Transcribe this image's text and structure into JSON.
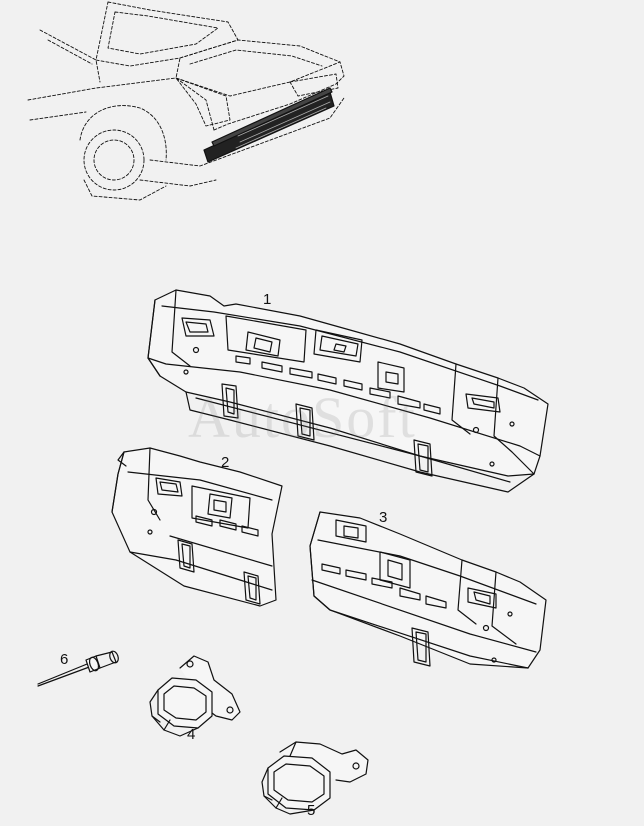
{
  "callouts": {
    "p1": "1",
    "p2": "2",
    "p3": "3",
    "p4": "4",
    "p5": "5",
    "p6": "6"
  },
  "watermark": "AutoSoft",
  "colors": {
    "ink": "#111111",
    "paper": "#f1f1f1",
    "watermark": "#787878"
  }
}
